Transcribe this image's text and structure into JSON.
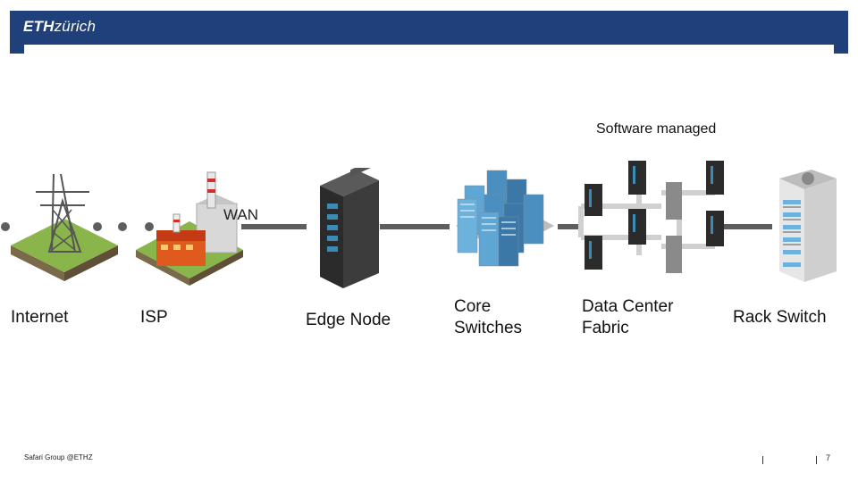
{
  "header": {
    "logo_bold": "ETH",
    "logo_light": "zürich",
    "bar_color": "#1f407a"
  },
  "annotation": {
    "software_managed": "Software managed",
    "wan": "WAN"
  },
  "nodes": {
    "internet": "Internet",
    "isp": "ISP",
    "edge_node": "Edge Node",
    "core_switches_1": "Core",
    "core_switches_2": "Switches",
    "fabric_1": "Data Center",
    "fabric_2": "Fabric",
    "rack_switch": "Rack Switch"
  },
  "footer": {
    "credit": "Safari Group @ETHZ",
    "page_number": "7"
  },
  "icons": [
    "power-tower-icon",
    "power-plant-icon",
    "edge-server-icon",
    "server-cluster-icon",
    "fabric-topology-icon",
    "rack-switch-icon"
  ]
}
